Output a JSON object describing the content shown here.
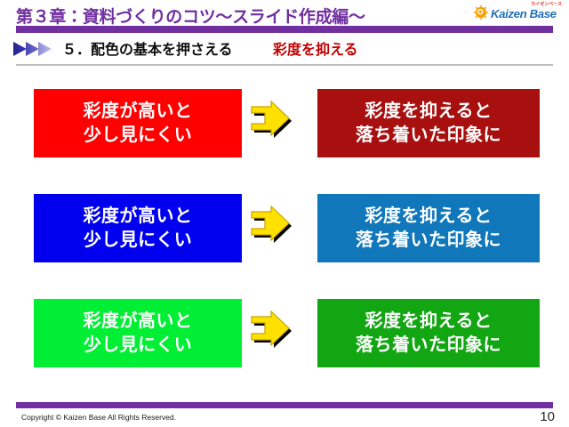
{
  "header": {
    "chapter_title": "第３章：資料づくりのコツ～スライド作成編～",
    "rule_color": "#7030A0",
    "title_color": "#7030A0",
    "logo": {
      "icon": "sun-swirl-icon",
      "kana_tagline": "カイゼンベース",
      "wordmark": "Kaizen Base",
      "wordmark_color": "#1F6FB5",
      "kana_color": "#D93A2B",
      "icon_color": "#F5A100"
    }
  },
  "subtitle": {
    "bullet_icon": "triple-chevron-icon",
    "main": "５．配色の基本を押さえる",
    "accent": "彩度を抑える",
    "accent_color": "#C00000",
    "divider_color": "#BFBFBF"
  },
  "comparison": {
    "arrow_icon": "right-arrow-icon",
    "arrow_fill": "#FFE100",
    "arrow_outline": "#000000",
    "rows": [
      {
        "name": "red-pair",
        "left": {
          "bg": "#FF0000",
          "lines": [
            "彩度が高いと",
            "少し見にくい"
          ]
        },
        "right": {
          "bg": "#A81010",
          "lines": [
            "彩度を抑えると",
            "落ち着いた印象に"
          ]
        }
      },
      {
        "name": "blue-pair",
        "left": {
          "bg": "#0000EE",
          "lines": [
            "彩度が高いと",
            "少し見にくい"
          ]
        },
        "right": {
          "bg": "#1177BB",
          "lines": [
            "彩度を抑えると",
            "落ち着いた印象に"
          ]
        }
      },
      {
        "name": "green-pair",
        "left": {
          "bg": "#00EE33",
          "lines": [
            "彩度が高いと",
            "少し見にくい"
          ]
        },
        "right": {
          "bg": "#13A613",
          "lines": [
            "彩度を抑えると",
            "落ち着いた印象に"
          ]
        }
      }
    ]
  },
  "footer": {
    "copyright": "Copyright ©  Kaizen Base  All Rights Reserved.",
    "page_number": "10",
    "rule_color": "#7030A0"
  }
}
